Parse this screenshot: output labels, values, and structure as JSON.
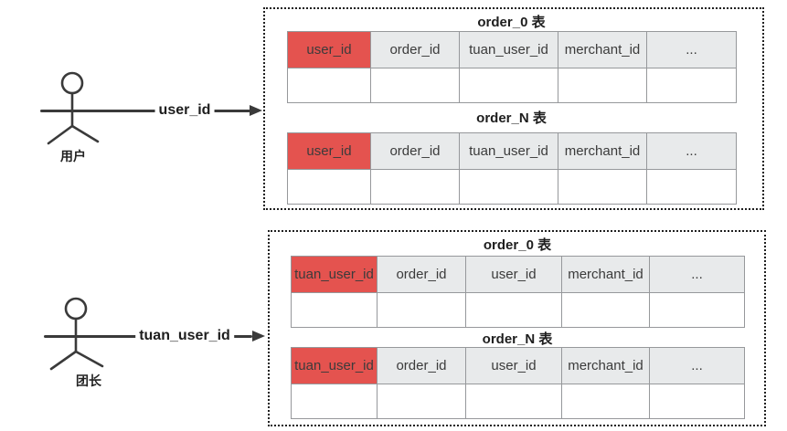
{
  "colors": {
    "highlight_red": "#e4534f",
    "header_gray": "#e8eaeb",
    "table_border": "#96989b",
    "line_dark": "#3a3a3a",
    "box_border": "#1f1f1f"
  },
  "actors": [
    {
      "label": "用户",
      "arrow_label": "user_id"
    },
    {
      "label": "团长",
      "arrow_label": "tuan_user_id"
    }
  ],
  "groups": [
    {
      "tables": [
        {
          "title": "order_0 表",
          "columns": [
            "user_id",
            "order_id",
            "tuan_user_id",
            "merchant_id",
            "..."
          ]
        },
        {
          "title": "order_N 表",
          "columns": [
            "user_id",
            "order_id",
            "tuan_user_id",
            "merchant_id",
            "..."
          ]
        }
      ]
    },
    {
      "tables": [
        {
          "title": "order_0 表",
          "columns": [
            "tuan_user_id",
            "order_id",
            "user_id",
            "merchant_id",
            "..."
          ]
        },
        {
          "title": "order_N 表",
          "columns": [
            "tuan_user_id",
            "order_id",
            "user_id",
            "merchant_id",
            "..."
          ]
        }
      ]
    }
  ]
}
